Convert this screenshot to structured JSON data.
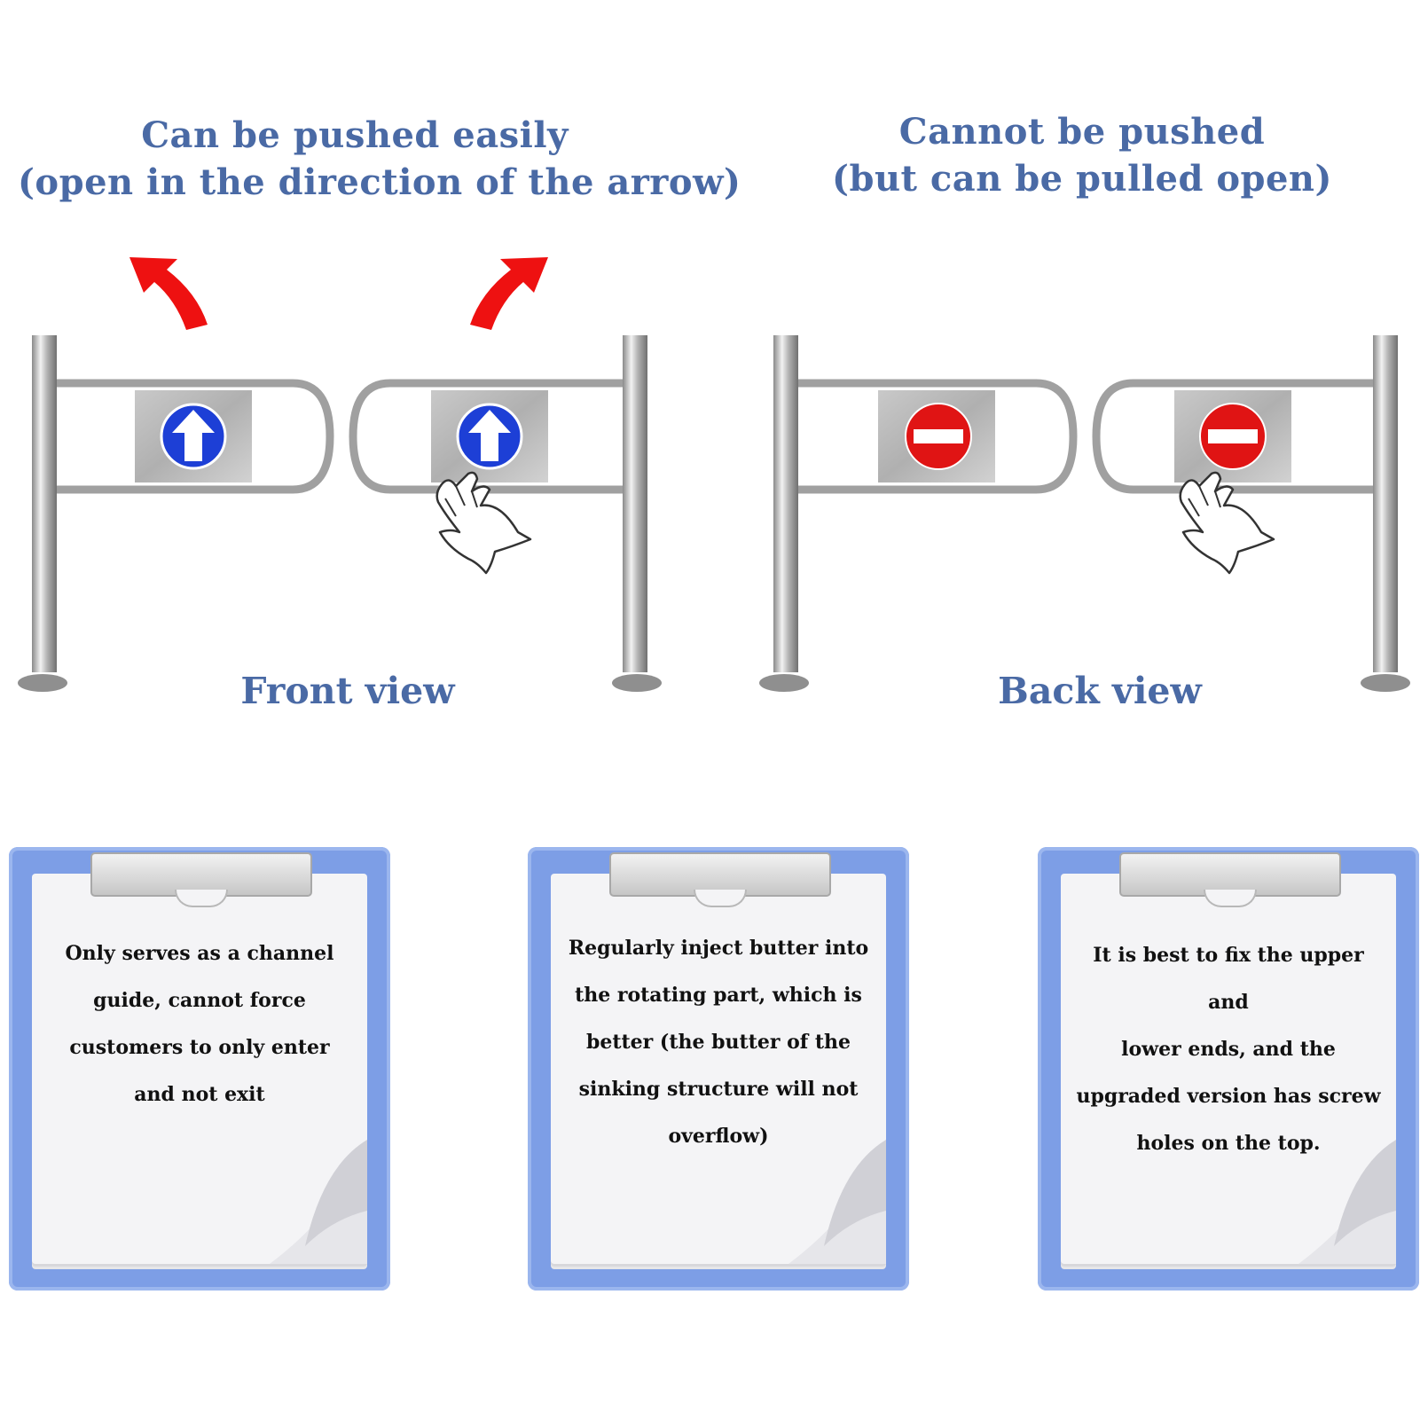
{
  "headings": {
    "left": {
      "line1": "Can be pushed easily",
      "line2": "(open in the direction of the arrow)"
    },
    "right": {
      "line1": "Cannot be pushed",
      "line2": "(but can be pulled open)"
    }
  },
  "views": {
    "front": "Front view",
    "back": "Back view"
  },
  "notes": [
    {
      "lines": [
        "Only serves as a channel",
        "guide, cannot force",
        "customers to only enter",
        "and not exit"
      ]
    },
    {
      "lines": [
        "Regularly inject butter into",
        "the rotating part, which is",
        "better (the butter of the",
        "sinking structure will not",
        "overflow)"
      ]
    },
    {
      "lines": [
        "It is best to fix the upper and",
        "lower ends, and the",
        "upgraded version has screw",
        "holes on the top."
      ]
    }
  ],
  "colors": {
    "heading": "#4a6aa5",
    "arrow": "#ee1111",
    "allow_sign": "#1d3fd6",
    "stop_sign": "#e01414",
    "clipboard": "#7d9ee6"
  },
  "icons": [
    "red-curved-arrow-icon",
    "blue-up-arrow-sign-icon",
    "red-no-entry-sign-icon",
    "hand-icon"
  ]
}
